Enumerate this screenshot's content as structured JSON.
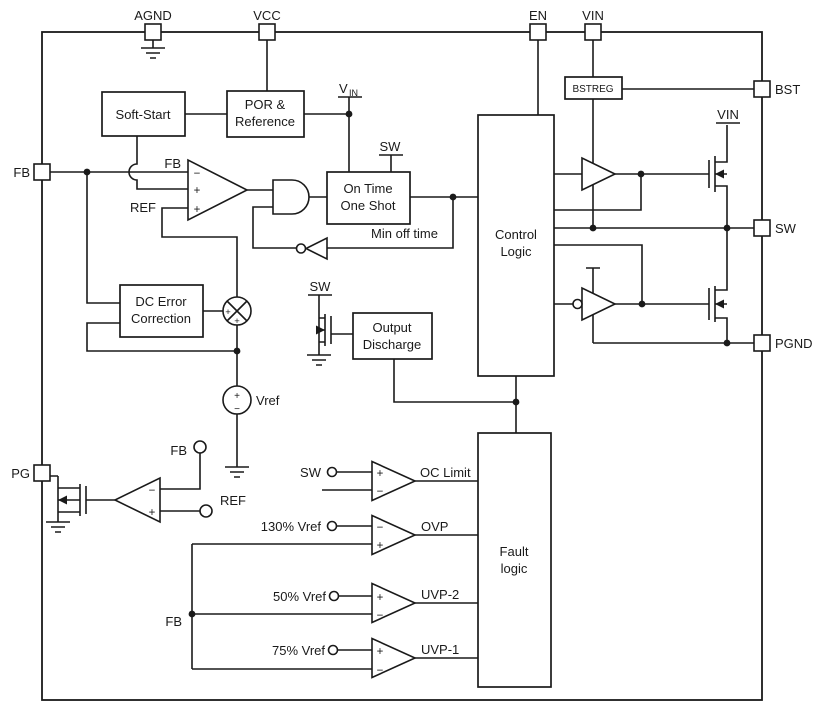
{
  "colors": {
    "line": "#1a1a1a",
    "bg": "#ffffff"
  },
  "pins": {
    "agnd": "AGND",
    "vcc": "VCC",
    "en": "EN",
    "vin": "VIN",
    "bst": "BST",
    "sw": "SW",
    "pgnd": "PGND",
    "fb": "FB",
    "pg": "PG"
  },
  "blocks": {
    "soft_start": {
      "label": "Soft-Start"
    },
    "por_reference": {
      "line1": "POR &",
      "line2": "Reference"
    },
    "on_time_one_shot": {
      "line1": "On Time",
      "line2": "One Shot"
    },
    "control_logic": {
      "line1": "Control",
      "line2": "Logic"
    },
    "bstreg": {
      "label": "BSTREG"
    },
    "output_discharge": {
      "line1": "Output",
      "line2": "Discharge"
    },
    "dc_error_correction": {
      "line1": "DC Error",
      "line2": "Correction"
    },
    "fault_logic": {
      "line1": "Fault",
      "line2": "logic"
    }
  },
  "rails": {
    "vin_base": "V",
    "vin_sub": "IN",
    "oneshot_sw": "SW",
    "hs_fet_vin": "VIN",
    "discharge_sw": "SW"
  },
  "labels": {
    "comp_fb": "FB",
    "comp_ref": "REF",
    "min_off_time": "Min off time",
    "vref_source": "Vref",
    "pg_fb": "FB",
    "pg_ref": "REF",
    "oc_sw": "SW",
    "oc_limit": "OC Limit",
    "ovp_threshold": "130% Vref",
    "ovp": "OVP",
    "uvp2_threshold": "50% Vref",
    "uvp2": "UVP-2",
    "uvp1_threshold": "75% Vref",
    "uvp1": "UVP-1",
    "fault_fb": "FB"
  },
  "signs": {
    "plus": "+",
    "minus": "−"
  }
}
